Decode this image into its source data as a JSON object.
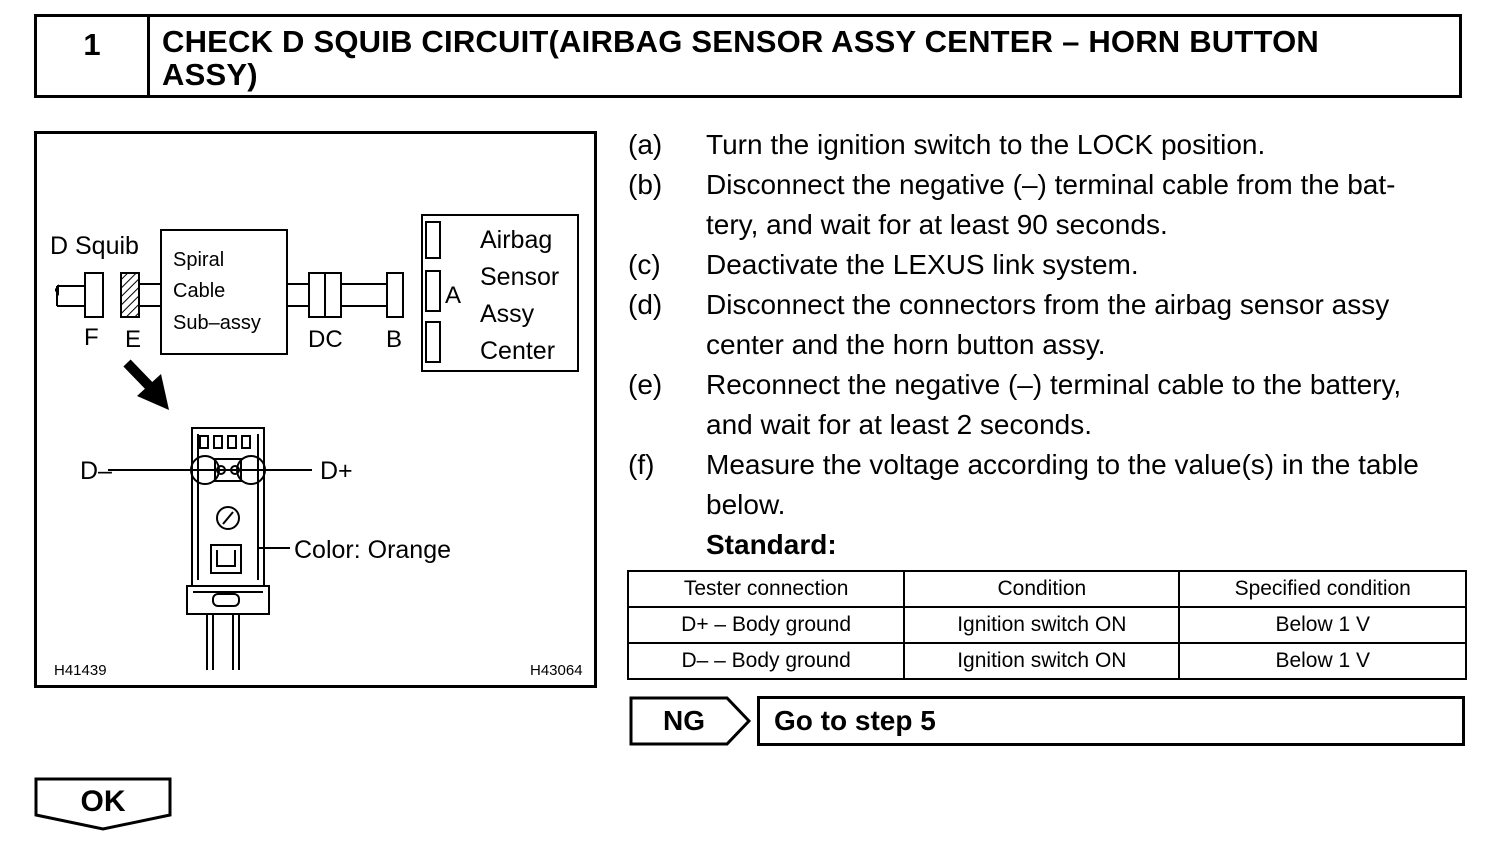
{
  "header": {
    "step_number": "1",
    "title_line1": "CHECK D SQUIB CIRCUIT(AIRBAG SENSOR ASSY CENTER – HORN BUTTON",
    "title_line2": "ASSY)"
  },
  "figure": {
    "d_squib_label": "D Squib",
    "spiral_line1": "Spiral",
    "spiral_line2": "Cable",
    "spiral_line3": "Sub–assy",
    "connector_f": "F",
    "connector_e": "E",
    "connector_dc": "DC",
    "connector_b": "B",
    "connector_a": "A",
    "airbag_line1": "Airbag",
    "airbag_line2": "Sensor",
    "airbag_line3": "Assy",
    "airbag_line4": "Center",
    "d_minus": "D–",
    "d_plus": "D+",
    "color_note": "Color: Orange",
    "code_left": "H41439",
    "code_right": "H43064"
  },
  "steps": [
    {
      "label": "(a)",
      "lines": [
        "Turn the ignition switch to the LOCK position."
      ]
    },
    {
      "label": "(b)",
      "lines": [
        "Disconnect the negative (–) terminal cable from the bat-",
        "tery, and wait for at least 90 seconds."
      ]
    },
    {
      "label": "(c)",
      "lines": [
        "Deactivate the LEXUS link system."
      ]
    },
    {
      "label": "(d)",
      "lines": [
        "Disconnect the connectors from the airbag sensor assy",
        "center and the horn button assy."
      ]
    },
    {
      "label": "(e)",
      "lines": [
        "Reconnect the negative (–) terminal cable to the battery,",
        "and wait for at least 2 seconds."
      ]
    },
    {
      "label": "(f)",
      "lines": [
        "Measure the voltage according to the value(s) in the table",
        "below."
      ]
    }
  ],
  "standard_label": "Standard:",
  "table": {
    "headers": [
      "Tester connection",
      "Condition",
      "Specified condition"
    ],
    "rows": [
      [
        "D+ – Body ground",
        "Ignition switch ON",
        "Below 1 V"
      ],
      [
        "D– – Body ground",
        "Ignition switch ON",
        "Below 1 V"
      ]
    ]
  },
  "ng": {
    "label": "NG",
    "action": "Go to step 5"
  },
  "ok": {
    "label": "OK"
  }
}
